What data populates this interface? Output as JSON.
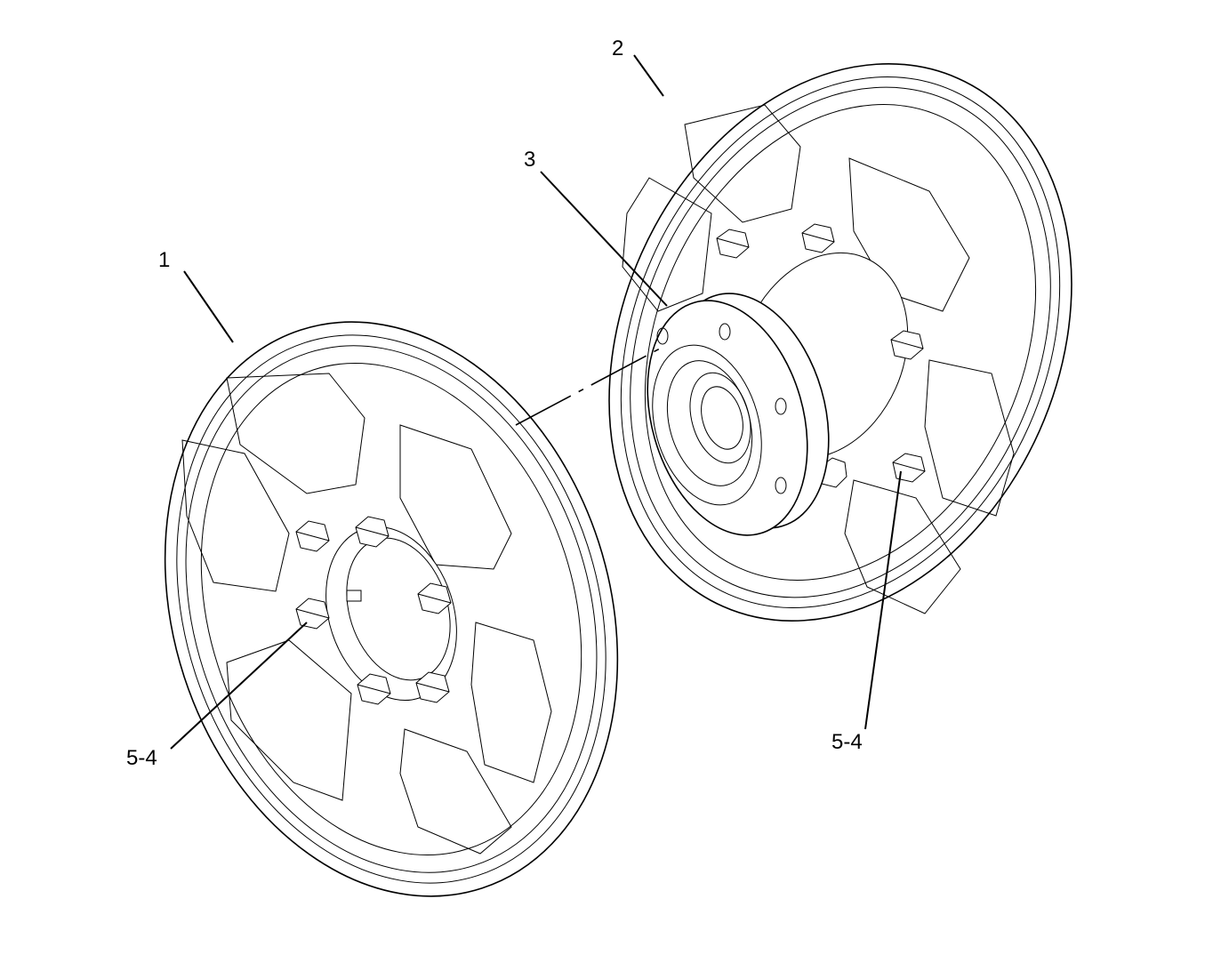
{
  "diagram": {
    "callouts": [
      {
        "id": "part-1",
        "text": "1"
      },
      {
        "id": "part-2",
        "text": "2"
      },
      {
        "id": "part-3",
        "text": "3"
      },
      {
        "id": "part-5-4-left",
        "text": "5-4"
      },
      {
        "id": "part-5-4-right",
        "text": "5-4"
      }
    ]
  }
}
